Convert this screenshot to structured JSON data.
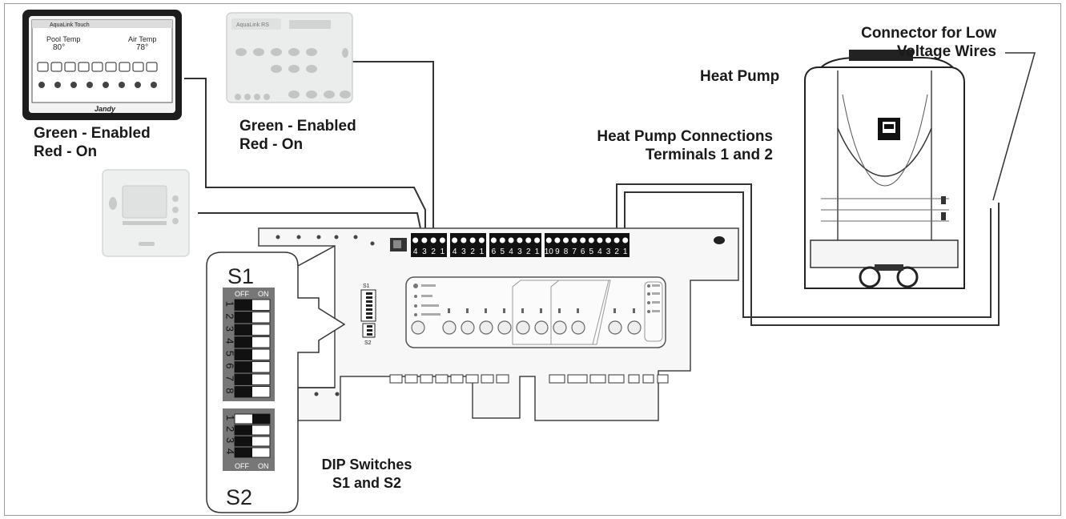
{
  "labels": {
    "touch_status_line1": "Green - Enabled",
    "touch_status_line2": "Red - On",
    "panel_status_line1": "Green - Enabled",
    "panel_status_line2": "Red - On",
    "heat_pump_connections_line1": "Heat Pump Connections",
    "heat_pump_connections_line2": "Terminals 1 and 2",
    "heat_pump": "Heat Pump",
    "connector_line1": "Connector for Low",
    "connector_line2": "Voltage Wires",
    "dip_switches_line1": "DIP Switches",
    "dip_switches_line2": "S1 and S2"
  },
  "switch_s1": {
    "name": "S1",
    "off": "OFF",
    "on": "ON",
    "numbers": [
      "1",
      "2",
      "3",
      "4",
      "5",
      "6",
      "7",
      "8"
    ]
  },
  "switch_s2": {
    "name": "S2",
    "off": "OFF",
    "on": "ON",
    "numbers": [
      "1",
      "2",
      "3",
      "4"
    ]
  },
  "terminals": {
    "block1": [
      "4",
      "3",
      "2",
      "1"
    ],
    "block2": [
      "4",
      "3",
      "2",
      "1"
    ],
    "block3": [
      "6",
      "5",
      "4",
      "3",
      "2",
      "1"
    ],
    "block4": [
      "10",
      "9",
      "8",
      "7",
      "6",
      "5",
      "4",
      "3",
      "2",
      "1"
    ]
  },
  "board": {
    "s1_mark": "S1",
    "s2_mark": "S2"
  },
  "touch_screen": {
    "brand": "AquaLink Touch",
    "pool_temp_label": "Pool Temp",
    "pool_temp": "80°",
    "air_temp_label": "Air Temp",
    "air_temp": "78°",
    "logo": "Jandy"
  },
  "wall_panel": {
    "brand": "AquaLink RS"
  }
}
